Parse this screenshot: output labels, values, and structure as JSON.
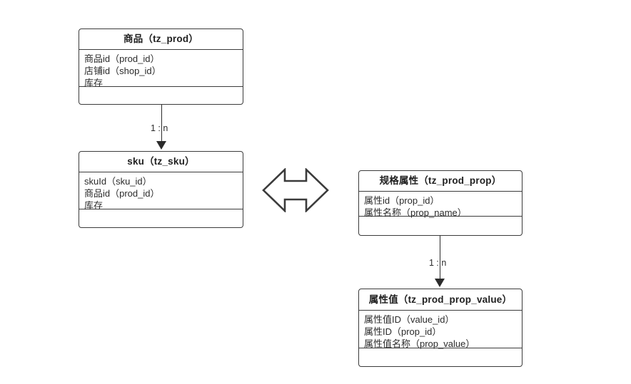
{
  "diagram": {
    "type": "entity-relationship-diagram",
    "background_color": "#ffffff",
    "line_color": "#3b3b3b",
    "text_color": "#2b2b2b"
  },
  "entities": [
    {
      "id": "tz_prod",
      "title": "商品（tz_prod）",
      "attributes": [
        "商品id（prod_id）",
        "店铺id（shop_id）",
        "库存"
      ],
      "methods": []
    },
    {
      "id": "tz_sku",
      "title": "sku（tz_sku）",
      "attributes": [
        "skuId（sku_id）",
        "商品id（prod_id）",
        "库存"
      ],
      "methods": []
    },
    {
      "id": "tz_prod_prop",
      "title": "规格属性（tz_prod_prop）",
      "attributes": [
        "属性id（prop_id）",
        "属性名称（prop_name）"
      ],
      "methods": []
    },
    {
      "id": "tz_prod_prop_value",
      "title": "属性值（tz_prod_prop_value）",
      "attributes": [
        "属性值ID（value_id）",
        "属性ID（prop_id）",
        "属性值名称（prop_value）"
      ],
      "methods": []
    }
  ],
  "connectors": [
    {
      "id": "prod-to-sku",
      "from": "tz_prod",
      "to": "tz_sku",
      "label": "1 : n",
      "arrow": "filled-triangle-down"
    },
    {
      "id": "prop-to-prop-value",
      "from": "tz_prod_prop",
      "to": "tz_prod_prop_value",
      "label": "1 : n",
      "arrow": "filled-triangle-down"
    }
  ],
  "symbols": [
    {
      "id": "sku-prop-relation",
      "icon": "double-headed-arrow-icon",
      "direction": "horizontal",
      "fill": "#ffffff",
      "stroke": "#3b3b3b"
    }
  ]
}
